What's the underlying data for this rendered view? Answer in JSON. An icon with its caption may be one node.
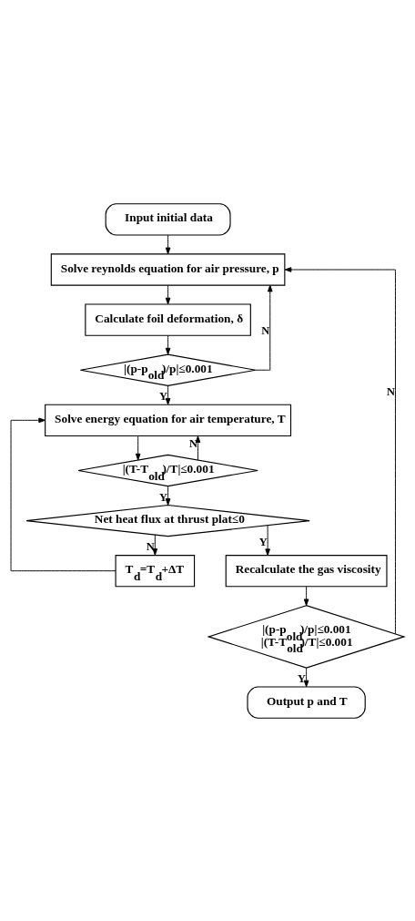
{
  "diagram": {
    "nodes": [
      {
        "text": [
          "Input initial data"
        ]
      },
      {
        "text": [
          "Solve reynolds equation for air pressure, p"
        ]
      },
      {
        "text": [
          "Calculate foil deformation, δ"
        ]
      },
      {
        "text": [
          "|(p-p$_{old}$)/p|≤0.001"
        ]
      },
      {
        "text": [
          "Solve energy equation for air temperature, T"
        ]
      },
      {
        "text": [
          "|(T-T$_{old}$)/T|≤0.001"
        ]
      },
      {
        "text": [
          "Net heat flux at thrust plat≤0"
        ]
      },
      {
        "text": [
          "T$_{d}$=T$_{d}$+ΔT"
        ]
      },
      {
        "text": [
          "Recalculate the gas viscosity"
        ]
      },
      {
        "text": [
          "|(p-p$_{old}$)/p|≤0.001",
          "|(T-T$_{old}$)/T|≤0.001"
        ]
      },
      {
        "text": [
          "Output p and T"
        ]
      }
    ],
    "edges": [
      {
        "from": 0,
        "to": 1,
        "arrow": "to"
      },
      {
        "from": 1,
        "to": 2,
        "arrow": "to"
      },
      {
        "from": 2,
        "to": 3,
        "arrow": "to"
      },
      {
        "from": 3,
        "to": 1,
        "arrow": "to",
        "label": "N"
      },
      {
        "from": 3,
        "to": 4,
        "arrow": "to",
        "label": "Y"
      },
      {
        "from": 4,
        "to": 5,
        "arrow": "to"
      },
      {
        "from": 5,
        "to": 4,
        "arrow": "to",
        "label": "N"
      },
      {
        "from": 5,
        "to": 6,
        "arrow": "to",
        "label": "Y"
      },
      {
        "from": 6,
        "to": 7,
        "arrow": "to",
        "label": "N"
      },
      {
        "from": 6,
        "to": 8,
        "arrow": "to",
        "label": "Y"
      },
      {
        "from": 7,
        "to": 4,
        "arrow": "to"
      },
      {
        "from": 8,
        "to": 9,
        "arrow": "to"
      },
      {
        "from": 9,
        "to": 1,
        "arrow": "to",
        "label": "N"
      },
      {
        "from": 9,
        "to": 10,
        "arrow": "to",
        "label": "Y"
      }
    ]
  }
}
